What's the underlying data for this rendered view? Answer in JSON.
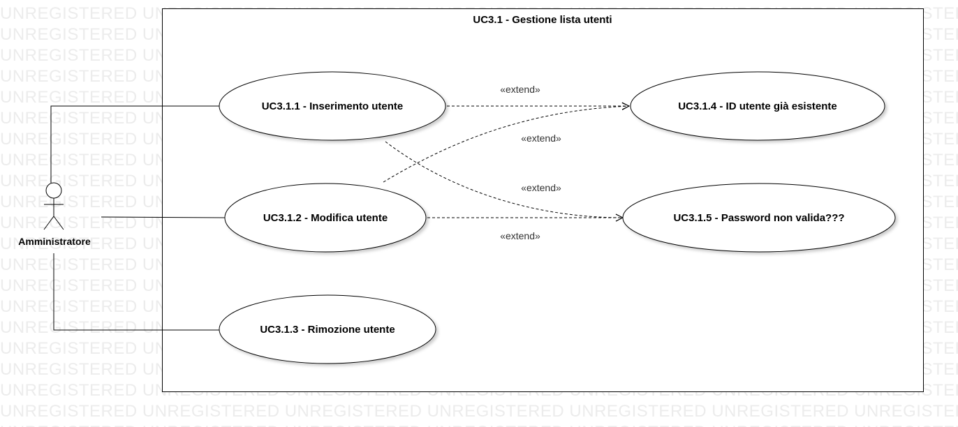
{
  "watermark_text": "UNREGISTERED",
  "system": {
    "title": "UC3.1 - Gestione lista utenti"
  },
  "actor": {
    "name": "Amministratore"
  },
  "use_cases": [
    {
      "id": "uc311",
      "label": "UC3.1.1 - Inserimento utente"
    },
    {
      "id": "uc312",
      "label": "UC3.1.2 - Modifica utente"
    },
    {
      "id": "uc313",
      "label": "UC3.1.3 - Rimozione utente"
    },
    {
      "id": "uc314",
      "label": "UC3.1.4 - ID utente già esistente"
    },
    {
      "id": "uc315",
      "label": "UC3.1.5 - Password non valida???"
    }
  ],
  "relations": [
    {
      "from": "uc311",
      "to": "uc314",
      "type": "extend",
      "label": "«extend»"
    },
    {
      "from": "uc312",
      "to": "uc314",
      "type": "extend",
      "label": "«extend»"
    },
    {
      "from": "uc311",
      "to": "uc315",
      "type": "extend",
      "label": "«extend»"
    },
    {
      "from": "uc312",
      "to": "uc315",
      "type": "extend",
      "label": "«extend»"
    }
  ]
}
